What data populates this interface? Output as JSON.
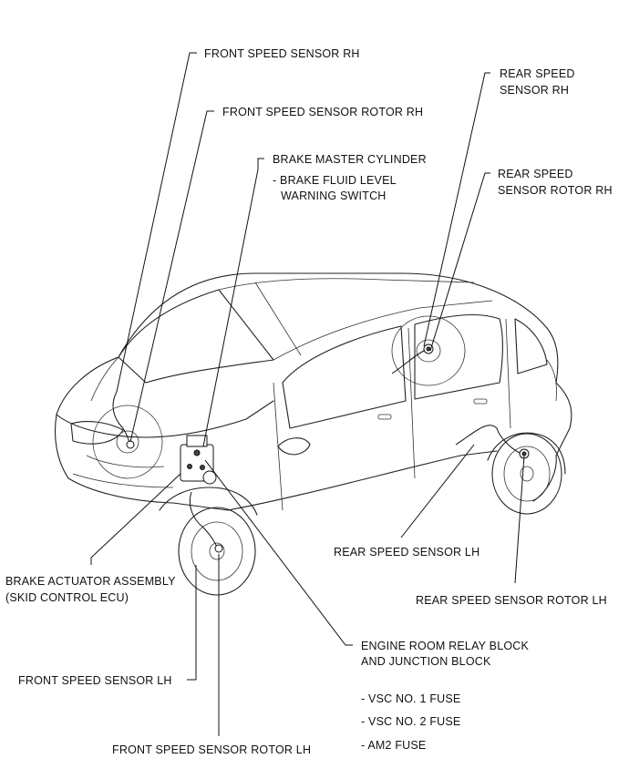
{
  "labels": {
    "front_speed_sensor_rh": "FRONT SPEED SENSOR RH",
    "front_speed_sensor_rotor_rh": "FRONT SPEED SENSOR ROTOR  RH",
    "brake_master_cylinder": "BRAKE MASTER CYLINDER",
    "brake_fluid_level_line1": "- BRAKE FLUID LEVEL",
    "brake_fluid_level_line2": "WARNING SWITCH",
    "rear_speed_sensor_rh_line1": "REAR SPEED",
    "rear_speed_sensor_rh_line2": "SENSOR RH",
    "rear_speed_sensor_rotor_rh_line1": "REAR SPEED",
    "rear_speed_sensor_rotor_rh_line2": "SENSOR ROTOR RH",
    "rear_speed_sensor_lh": "REAR SPEED SENSOR LH",
    "rear_speed_sensor_rotor_lh": "REAR SPEED SENSOR ROTOR LH",
    "brake_actuator_line1": "BRAKE ACTUATOR ASSEMBLY",
    "brake_actuator_line2": "(SKID CONTROL ECU)",
    "engine_room_relay_line1": "ENGINE ROOM RELAY BLOCK",
    "engine_room_relay_line2": "AND JUNCTION BLOCK",
    "front_speed_sensor_lh": "FRONT SPEED SENSOR LH",
    "front_speed_sensor_rotor_lh": "FRONT SPEED SENSOR ROTOR LH"
  },
  "fuses": [
    "- VSC NO. 1 FUSE",
    "- VSC NO. 2 FUSE",
    "- AM2 FUSE"
  ],
  "colors": {
    "line": "#111111",
    "background": "#ffffff"
  }
}
